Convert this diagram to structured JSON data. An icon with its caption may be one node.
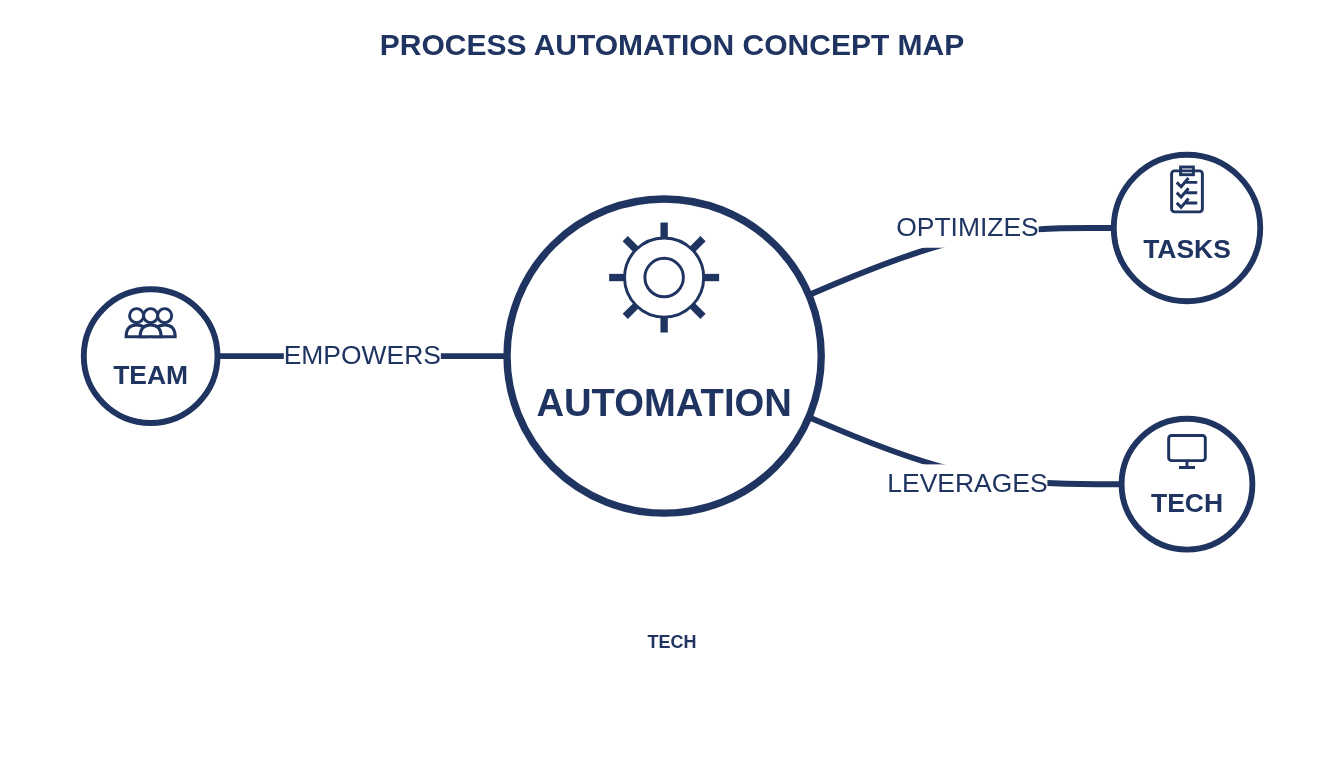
{
  "diagram": {
    "title": "PROCESS AUTOMATION CONCEPT MAP",
    "nodes": [
      {
        "text": [
          "AUTOMATION"
        ]
      },
      {
        "text": [
          "TEAM"
        ]
      },
      {
        "text": [
          "TASKS"
        ]
      },
      {
        "text": [
          "TECH"
        ]
      }
    ],
    "edges": [
      {
        "from": 1,
        "to": 0,
        "arrow": "none",
        "label": "EMPOWERS"
      },
      {
        "from": 0,
        "to": 2,
        "arrow": "none",
        "label": "OPTIMIZES"
      },
      {
        "from": 0,
        "to": 3,
        "arrow": "none",
        "label": "LEVERAGES"
      }
    ],
    "labels": [
      "TECH"
    ]
  }
}
